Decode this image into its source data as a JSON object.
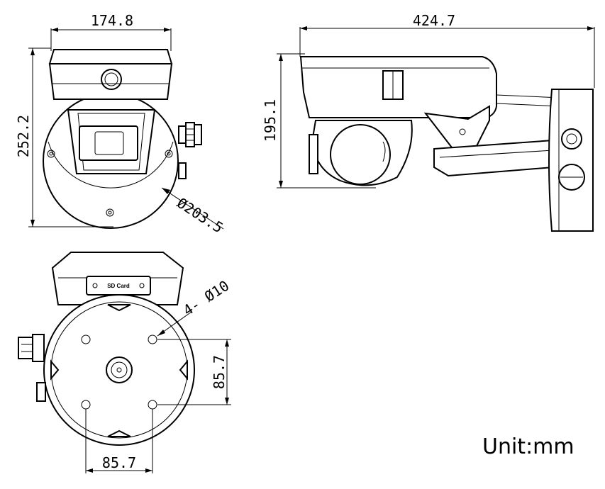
{
  "dimensions": {
    "front_width": "174.8",
    "front_height": "252.2",
    "dome_diameter": "Ø203.5",
    "side_length": "424.7",
    "side_height": "195.1",
    "hole_spec": "4- Ø10",
    "hole_spacing_vertical": "85.7",
    "hole_spacing_horizontal": "85.7"
  },
  "labels": {
    "sd_card": "SD Card",
    "unit": "Unit:mm"
  }
}
